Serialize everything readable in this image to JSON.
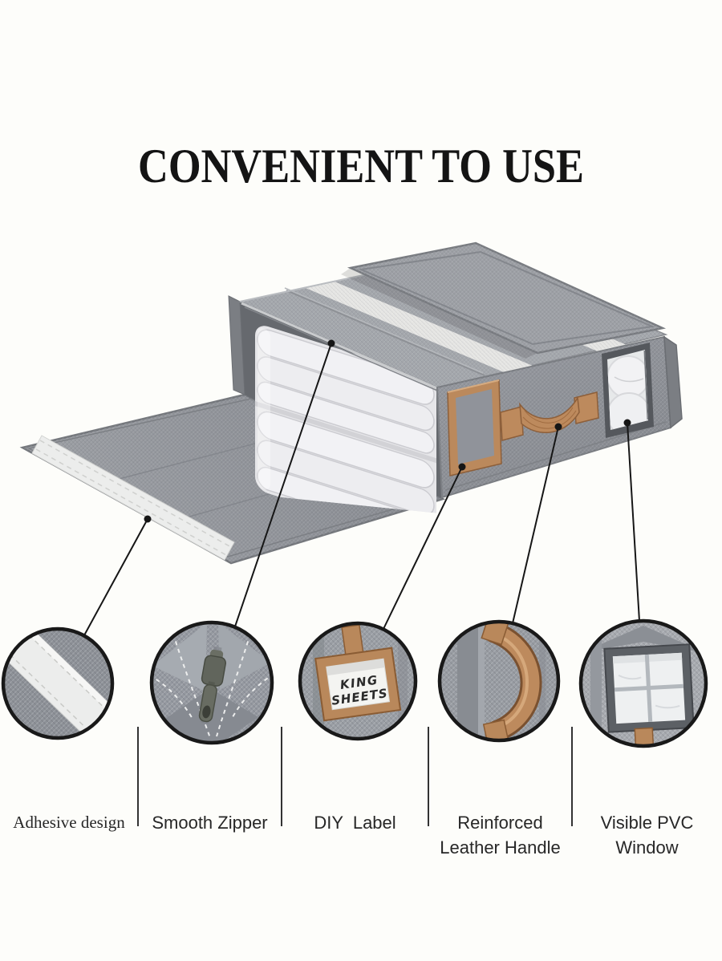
{
  "title": "CONVENIENT TO USE",
  "product": {
    "description": "grey fabric foldable storage organizer bag shown open with folded white bed sheets inside, lid flipped open and front adhesive flap laid flat",
    "label_card": {
      "line1": "KING",
      "line2": "SHEETS"
    }
  },
  "features": [
    {
      "id": "adhesive-design",
      "line1": "Adhesive design",
      "line2": ""
    },
    {
      "id": "smooth-zipper",
      "line1": "Smooth Zipper",
      "line2": ""
    },
    {
      "id": "diy-label",
      "line1": "DIY  Label",
      "line2": ""
    },
    {
      "id": "reinforced-handle",
      "line1": "Reinforced",
      "line2": "Leather Handle"
    },
    {
      "id": "visible-pvc-window",
      "line1": "Visible PVC",
      "line2": "Window"
    }
  ],
  "colors": {
    "background": "#fdfdfa",
    "fabric_gray": "#95989e",
    "fabric_light": "#a4a7ac",
    "fabric_dark": "#75787d",
    "leather_tan": "#bd8a5d",
    "adhesive_strip_white": "#ecedec",
    "sheet_white": "#f0f0f3",
    "callout_line_black": "#161616",
    "text_black": "#1c1c1c"
  }
}
